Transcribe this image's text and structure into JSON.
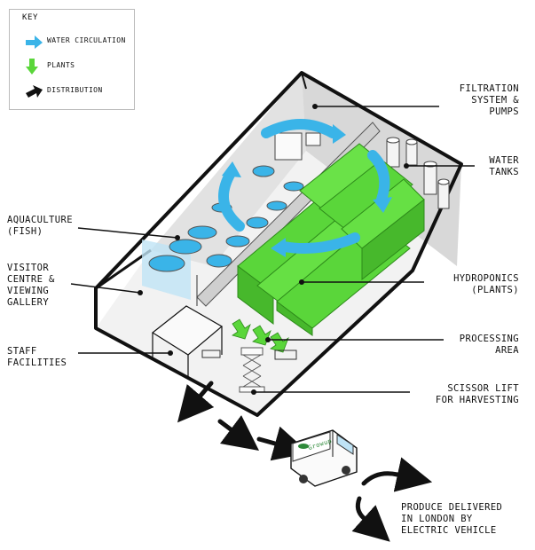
{
  "key": {
    "title": "KEY",
    "items": [
      {
        "label": "WATER CIRCULATION",
        "icon": "blue-arrow-icon",
        "color": "#3ab4e8"
      },
      {
        "label": "PLANTS",
        "icon": "green-arrow-icon",
        "color": "#5ad63a"
      },
      {
        "label": "DISTRIBUTION",
        "icon": "black-arrow-icon",
        "color": "#111111"
      }
    ]
  },
  "labels": {
    "filtration": "FILTRATION\nSYSTEM &\nPUMPS",
    "water_tanks": "WATER\nTANKS",
    "aquaculture": "AQUACULTURE\n(FISH)",
    "visitor": "VISITOR\nCENTRE &\nVIEWING\nGALLERY",
    "hydroponics": "HYDROPONICS\n(PLANTS)",
    "processing": "PROCESSING\nAREA",
    "staff": "STAFF\nFACILITIES",
    "scissor_lift": "SCISSOR LIFT\nFOR HARVESTING",
    "produce": "PRODUCE DELIVERED\nIN LONDON BY\nELECTRIC VEHICLE"
  },
  "van": {
    "brand": "Growup"
  },
  "colors": {
    "water": "#3ab4e8",
    "plants": "#5ad63a",
    "outline": "#111111",
    "wall": "#e6e6e6"
  }
}
